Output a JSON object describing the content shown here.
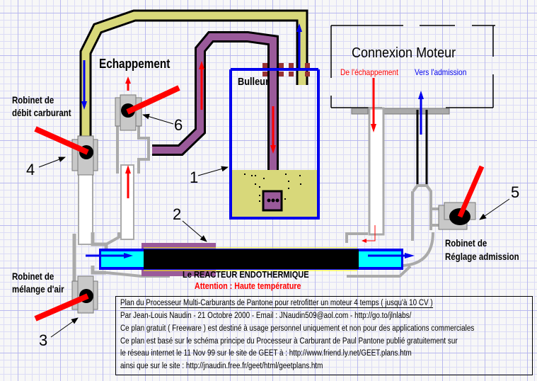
{
  "title": "Plan du Processeur Multi-Carburants de Pantone",
  "colors": {
    "fuel_pipe": "#d8d87a",
    "exhaust_pipe": "#9a5a9a",
    "reactor_core": "#000000",
    "reactor_shell": "#0000ee",
    "reactor_end": "#00ffff",
    "valve_body": "#c8c8c8",
    "valve_handle": "#ff0000",
    "bubbler_liquid": "#d8d87a",
    "bubbler_border": "#0000ee",
    "flange": "#993333",
    "arrow_hot": "#ff0000",
    "arrow_cold": "#0000ee"
  },
  "labels": {
    "echappement": "Echappement",
    "bulleur": "Bulleur",
    "connexion_moteur": "Connexion Moteur",
    "de_echappement": "De l'échappement",
    "vers_admission": "Vers l'admission",
    "robinet_debit_1": "Robinet de",
    "robinet_debit_2": "débit carburant",
    "robinet_melange_1": "Robinet de",
    "robinet_melange_2": "mélange d'air",
    "robinet_reglage_1": "Robinet de",
    "robinet_reglage_2": "Réglage admission",
    "reacteur": "Le REACTEUR ENDOTHERMIQUE",
    "attention": "Attention : Haute température"
  },
  "callouts": {
    "n1": "1",
    "n2": "2",
    "n3": "3",
    "n4": "4",
    "n5": "5",
    "n6": "6"
  },
  "info": {
    "lines": [
      "Plan du Processeur Multi-Carburants de Pantone pour retrofitter un moteur 4 temps ( jusqu'à 10 CV )",
      "Par Jean-Louis Naudin - 21 Octobre 2000 - Email : JNaudin509@aol.com - http://go.to/jlnlabs/",
      "Ce plan gratuit ( Freeware ) est destiné à usage personnel uniquement et non pour des applications commerciales",
      "Ce plan est basé sur le schéma principe du Processeur à Carburant de Paul Pantone publié gratuitement sur",
      "le réseau internet le 11 Nov 99 sur le site de GEET à : http://www.friend.ly.net/GEET.plans.htm",
      "ainsi que sur le site : http://jnaudin.free.fr/geet/html/geetplans.htm"
    ]
  }
}
